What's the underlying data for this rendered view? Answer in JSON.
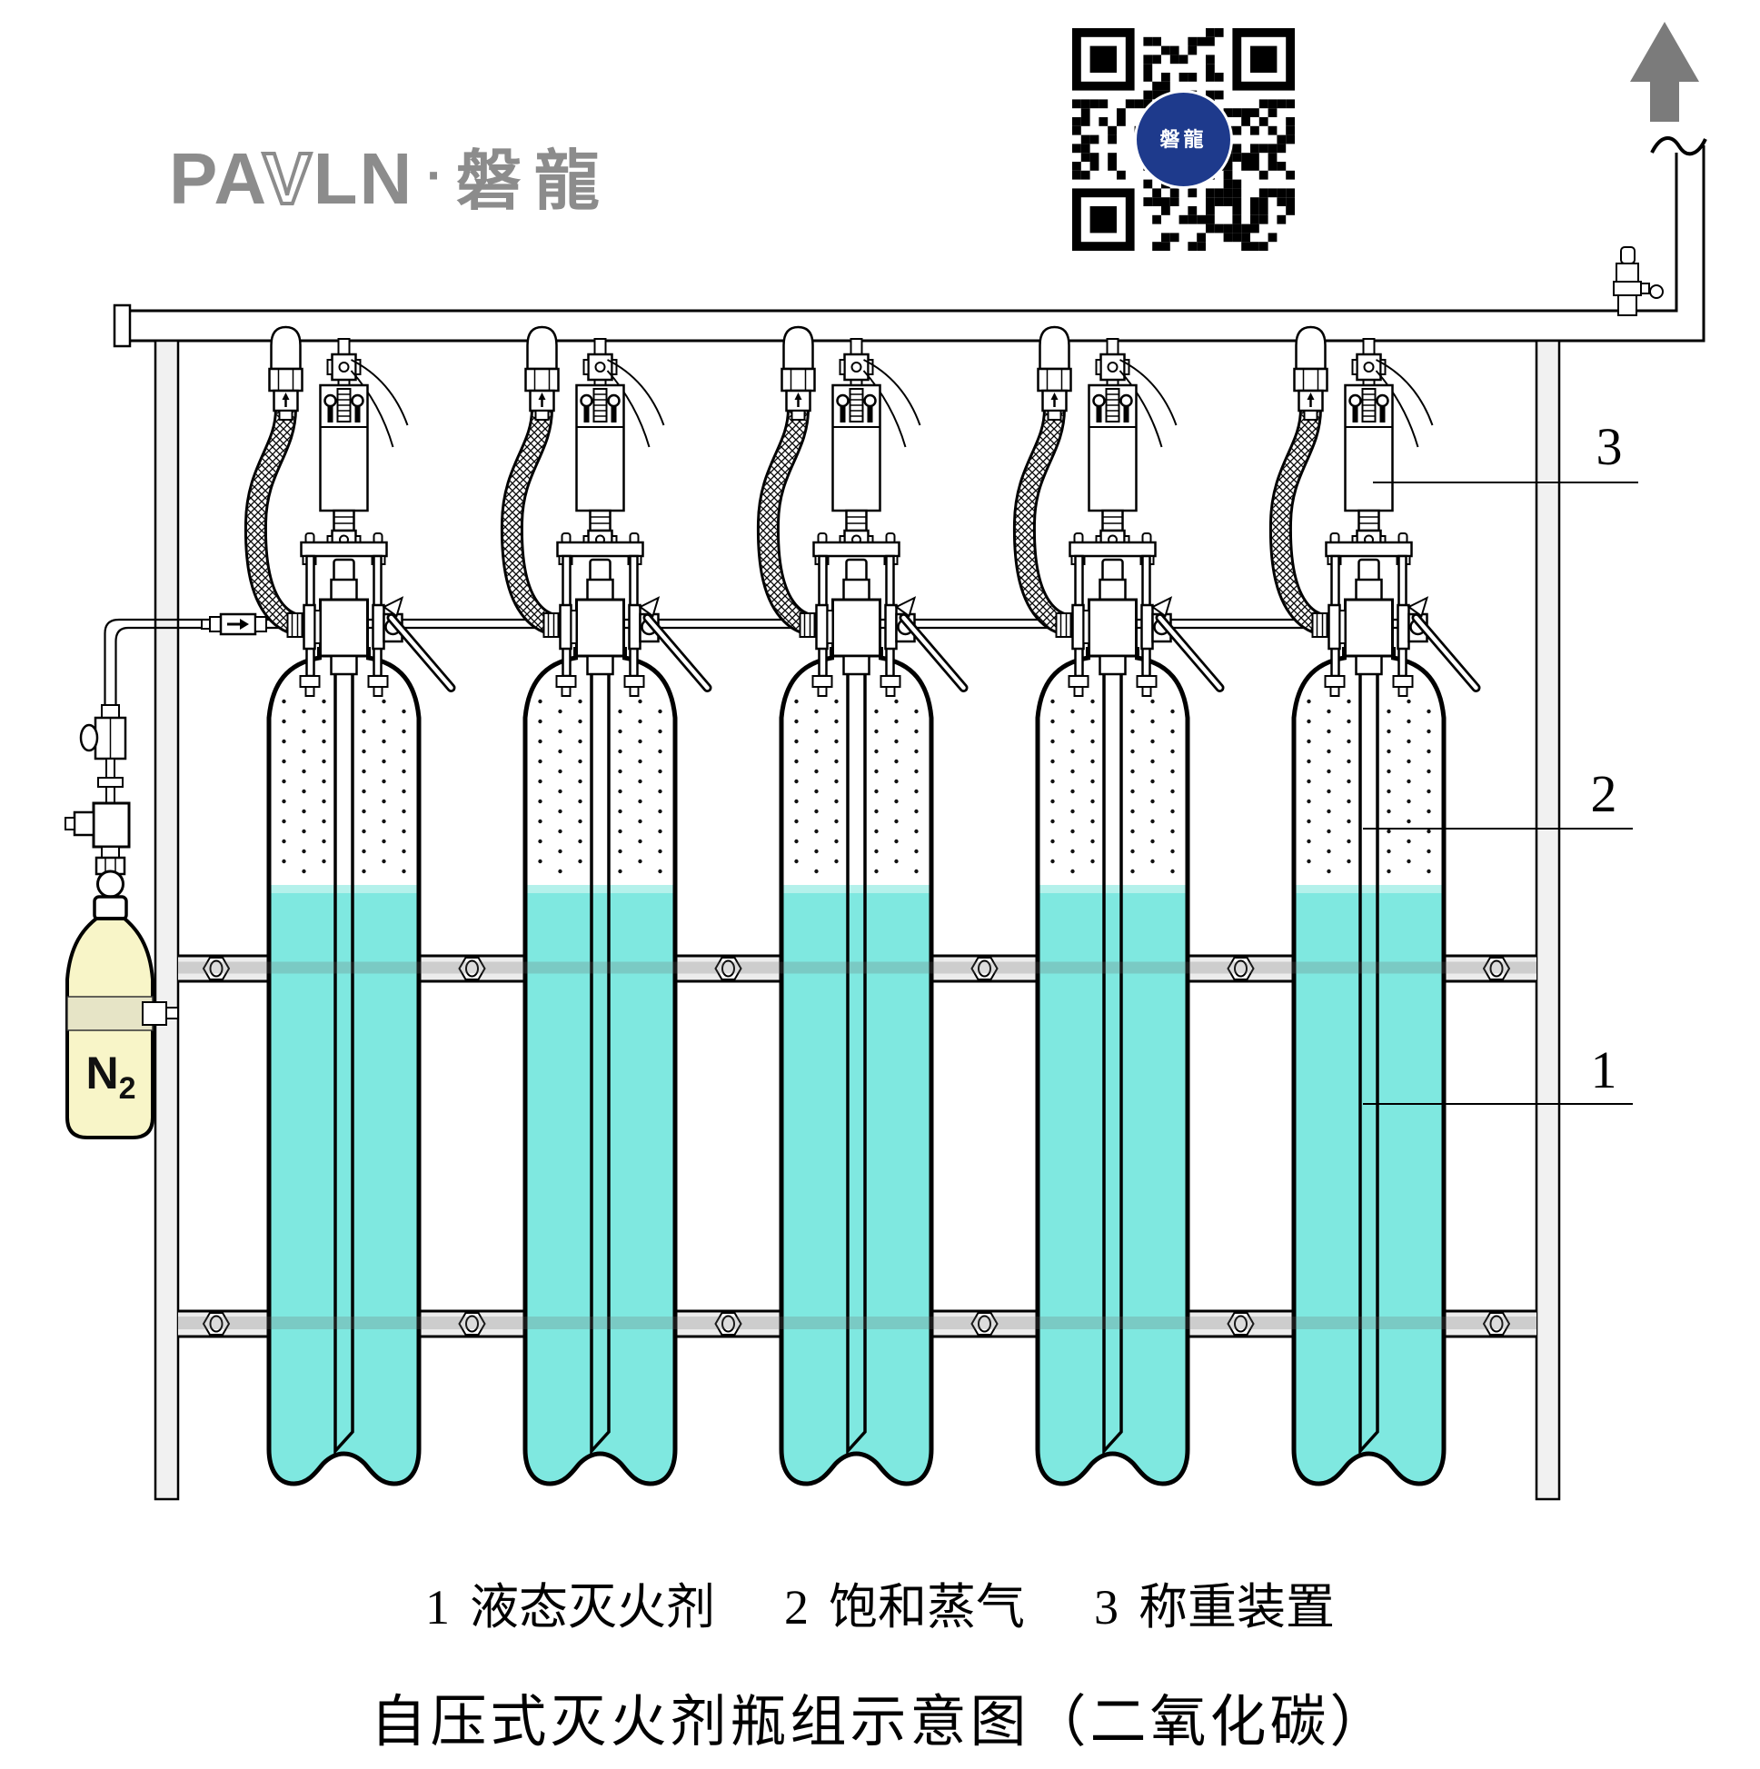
{
  "logo": {
    "latin_bold_1": "PA",
    "latin_outline": "V",
    "latin_bold_2": "LN",
    "separator": "·",
    "chinese": "磐龍",
    "color": "#8C8C8C"
  },
  "qr": {
    "center_label": "磐龍",
    "center_color": "#1E3A8C"
  },
  "discharge_arrow": {
    "color": "#7B7B7B"
  },
  "n2_cylinder": {
    "label": "N",
    "label_sub": "2",
    "fill": "#F8F5C8",
    "strap": "#E6E4C6"
  },
  "cylinder_group": {
    "count": 5,
    "liquid_color": "#7FE8E0",
    "liquid_top_color": "#B4F1EB",
    "frame_color": "#F1F1F1",
    "rail_color": "#ECECEC"
  },
  "callouts": [
    {
      "num": "1"
    },
    {
      "num": "2"
    },
    {
      "num": "3"
    }
  ],
  "legend": [
    {
      "num": "1",
      "label": "液态灭火剂"
    },
    {
      "num": "2",
      "label": "饱和蒸气"
    },
    {
      "num": "3",
      "label": "称重装置"
    }
  ],
  "title": "自压式灭火剂瓶组示意图（二氧化碳）"
}
